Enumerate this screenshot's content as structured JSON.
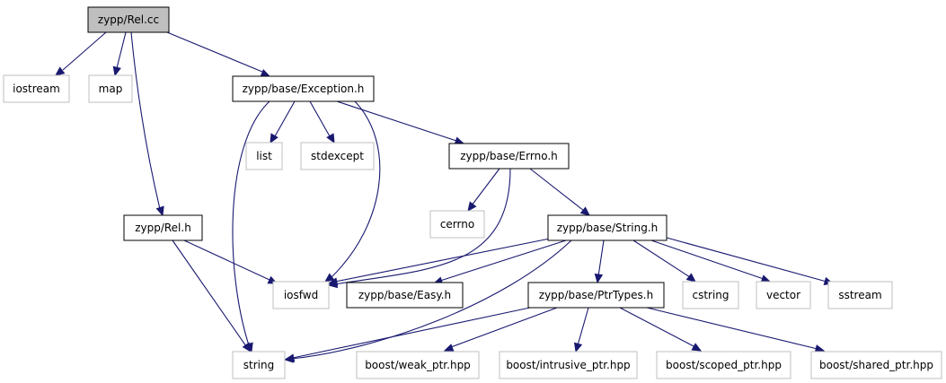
{
  "nodes": {
    "rel_cc": "zypp/Rel.cc",
    "iostream": "iostream",
    "map": "map",
    "exception_h": "zypp/base/Exception.h",
    "list": "list",
    "stdexcept": "stdexcept",
    "errno_h": "zypp/base/Errno.h",
    "cerrno": "cerrno",
    "rel_h": "zypp/Rel.h",
    "string_h": "zypp/base/String.h",
    "iosfwd": "iosfwd",
    "easy_h": "zypp/base/Easy.h",
    "ptrtypes_h": "zypp/base/PtrTypes.h",
    "cstring": "cstring",
    "vector": "vector",
    "sstream": "sstream",
    "string": "string",
    "weak_ptr": "boost/weak_ptr.hpp",
    "intrusive_ptr": "boost/intrusive_ptr.hpp",
    "scoped_ptr": "boost/scoped_ptr.hpp",
    "shared_ptr": "boost/shared_ptr.hpp"
  },
  "colors": {
    "edge": "#191970",
    "root_fill": "#bfbfbf",
    "system_border": "#bfbfbf",
    "primary_border": "#000000"
  }
}
